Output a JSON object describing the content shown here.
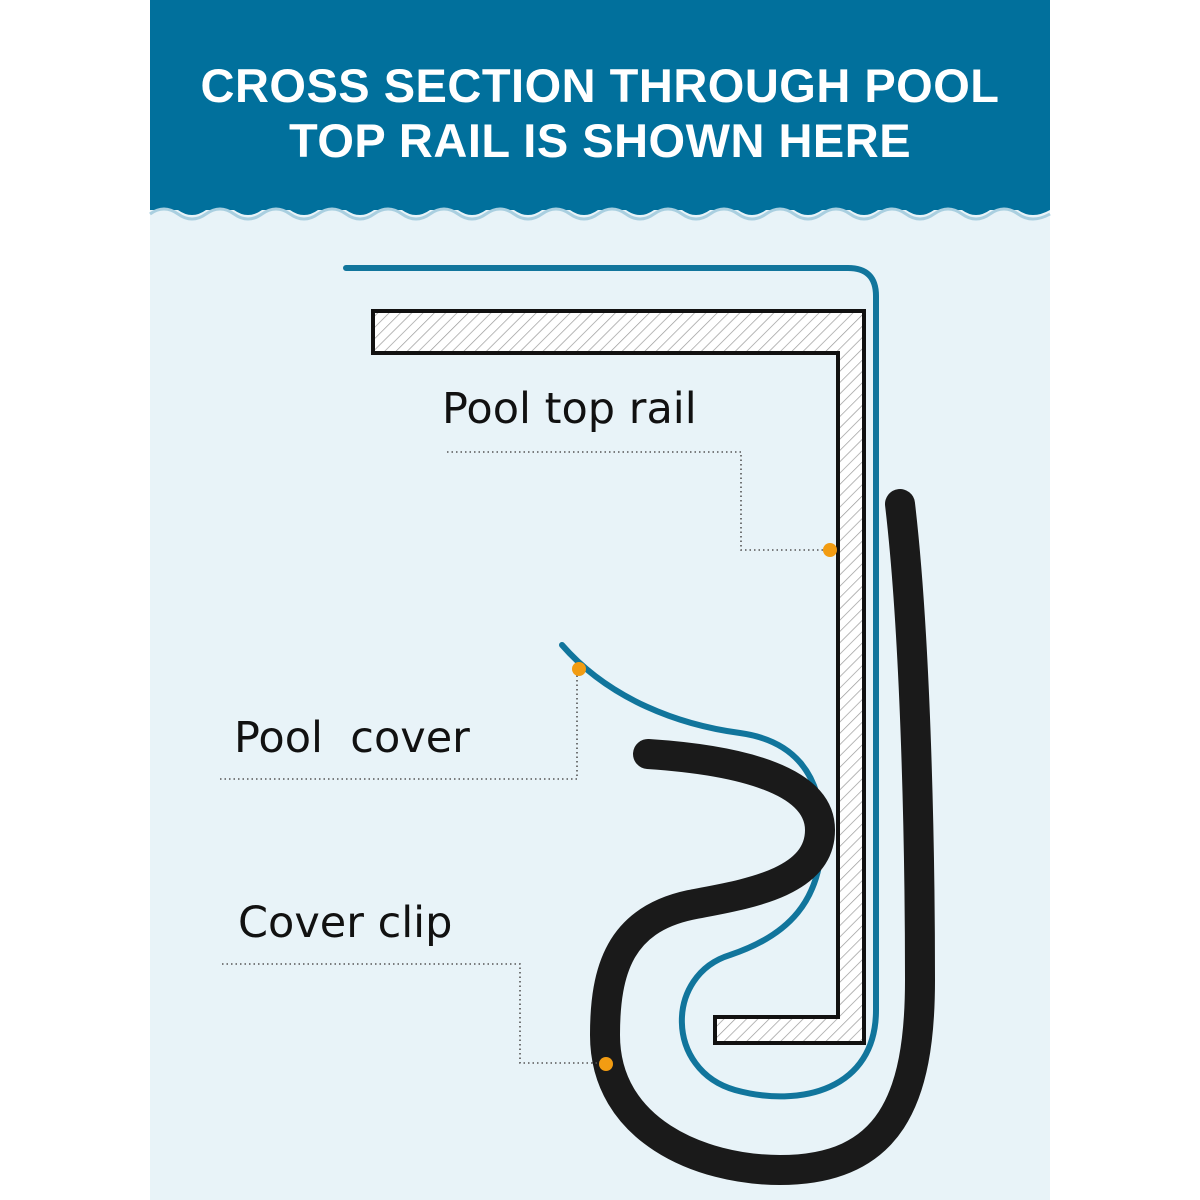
{
  "header": {
    "title_line_1": "CROSS SECTION THROUGH POOL",
    "title_line_2": "TOP RAIL IS SHOWN HERE"
  },
  "labels": {
    "top_rail": "Pool top rail",
    "cover": "Pool  cover",
    "clip": "Cover clip"
  },
  "colors": {
    "banner": "#01709c",
    "background": "#e8f3f8",
    "cover_line": "#11759c",
    "clip": "#1a1a1a",
    "marker": "#f29c12",
    "leader": "#555555"
  }
}
